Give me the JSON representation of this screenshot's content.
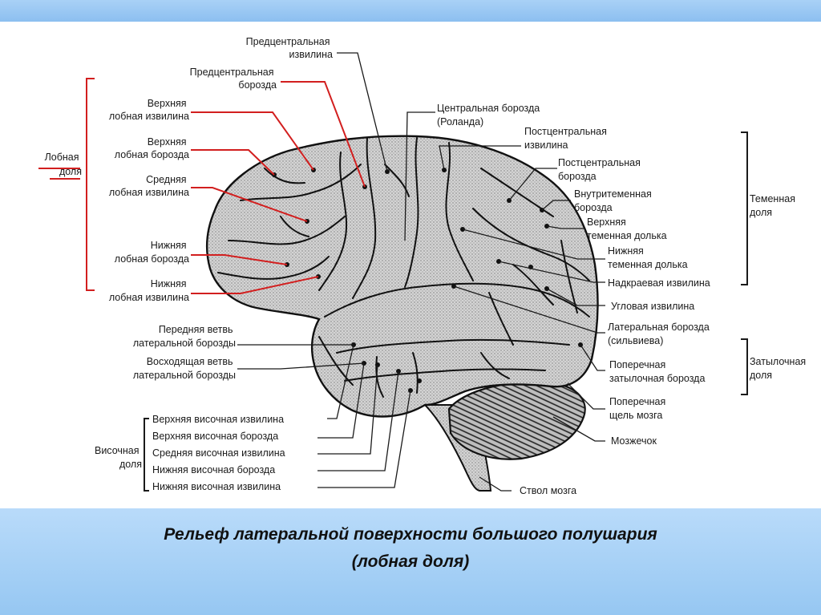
{
  "labels": {
    "precentral_gyrus": [
      "Предцентральная",
      "извилина"
    ],
    "precentral_sulcus": [
      "Предцентральная",
      "борозда"
    ],
    "superior_frontal_gyrus": [
      "Верхняя",
      "лобная извилина"
    ],
    "superior_frontal_sulcus": [
      "Верхняя",
      "лобная борозда"
    ],
    "middle_frontal_gyrus": [
      "Средняя",
      "лобная извилина"
    ],
    "inferior_frontal_sulcus": [
      "Нижняя",
      "лобная борозда"
    ],
    "inferior_frontal_gyrus": [
      "Нижняя",
      "лобная извилина"
    ],
    "anterior_ramus": [
      "Передняя ветвь",
      "латеральной борозды"
    ],
    "ascending_ramus": [
      "Восходящая ветвь",
      "латеральной борозды"
    ],
    "central_sulcus": [
      "Центральная борозда",
      "(Роланда)"
    ],
    "postcentral_gyrus": [
      "Постцентральная",
      "извилина"
    ],
    "postcentral_sulcus": [
      "Постцентральная",
      "борозда"
    ],
    "intraparietal_sulcus": [
      "Внутритеменная",
      "борозда"
    ],
    "superior_parietal_lobule": [
      "Верхняя",
      "теменная долька"
    ],
    "inferior_parietal_lobule": [
      "Нижняя",
      "теменная долька"
    ],
    "supramarginal_gyrus": [
      "Надкраевая извилина"
    ],
    "angular_gyrus": [
      "Угловая извилина"
    ],
    "lateral_sulcus": [
      "Латеральная борозда",
      "(сильвиева)"
    ],
    "transverse_occipital_sulcus": [
      "Поперечная",
      "затылочная борозда"
    ],
    "transverse_fissure": [
      "Поперечная",
      "щель мозга"
    ],
    "cerebellum": [
      "Мозжечок"
    ],
    "brainstem": [
      "Ствол мозга"
    ],
    "superior_temporal_gyrus": [
      "Верхняя височная извилина"
    ],
    "superior_temporal_sulcus": [
      "Верхняя височная борозда"
    ],
    "middle_temporal_gyrus": [
      "Средняя височная извилина"
    ],
    "inferior_temporal_sulcus": [
      "Нижняя височная борозда"
    ],
    "inferior_temporal_gyrus": [
      "Нижняя височная извилина"
    ]
  },
  "groups": {
    "frontal": [
      "Лобная",
      "доля"
    ],
    "parietal": [
      "Теменная",
      "доля"
    ],
    "occipital": [
      "Затылочная",
      "доля"
    ],
    "temporal": [
      "Височная",
      "доля"
    ]
  },
  "caption": {
    "line1": "Рельеф латеральной поверхности большого полушария",
    "line2": "(лобная доля)"
  },
  "colors": {
    "frontal_leader": "#d21f1f",
    "black_leader": "#1a1a1a",
    "brain_fill": "#c9c9c9",
    "cerebellum_fill": "#9a9a9a",
    "band": "#8cbff0"
  }
}
